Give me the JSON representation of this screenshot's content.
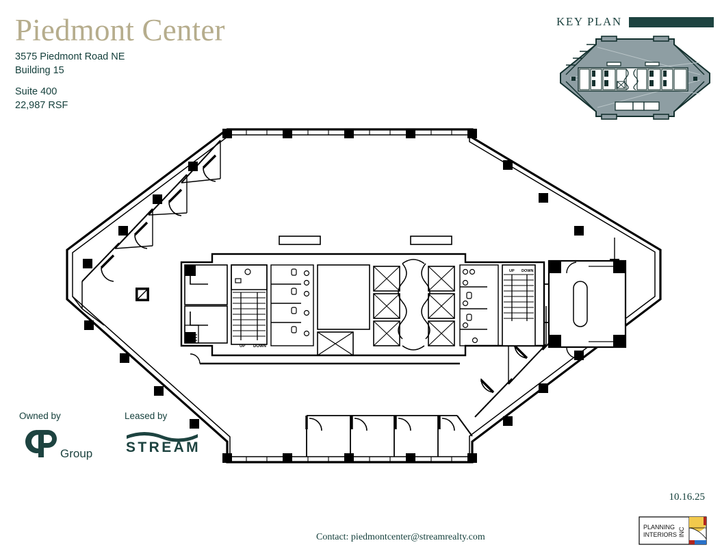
{
  "header": {
    "building_name": "Piedmont Center",
    "address_line1": "3575 Piedmont Road NE",
    "address_line2": "Building 15",
    "suite": "Suite 400",
    "area": "22,987 RSF"
  },
  "key_plan": {
    "title": "KEY PLAN",
    "bar_color": "#1d4340",
    "fill_color": "#8e9ea3",
    "outline_color": "#14312f"
  },
  "floor_plan": {
    "labels": {
      "stair_up": "UP",
      "stair_down": "DOWN"
    },
    "elevator_count": 6,
    "stair_count": 2
  },
  "footer": {
    "owned_by_label": "Owned by",
    "owner_logo_primary": "CP",
    "owner_logo_secondary": "Group",
    "leased_by_label": "Leased by",
    "broker_logo_text": "STREAM",
    "contact": "Contact: piedmontcenter@streamrealty.com",
    "date": "10.16.25",
    "architect_line1": "PLANNING",
    "architect_line2": "INTERIORS",
    "architect_line3": "INC"
  },
  "colors": {
    "title_gold": "#b6ad8d",
    "dark_teal": "#15403c",
    "keyplan_gray": "#8e9ea3"
  }
}
